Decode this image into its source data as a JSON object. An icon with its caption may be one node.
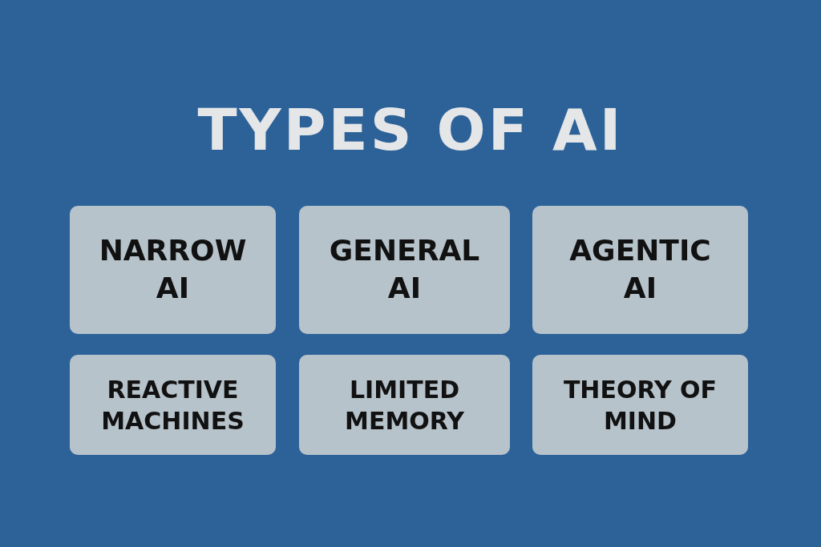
{
  "diagram": {
    "title": "TYPES OF AI",
    "nodes": [
      {
        "text": [
          "NARROW AI"
        ]
      },
      {
        "text": [
          "GENERAL AI"
        ]
      },
      {
        "text": [
          "AGENTIC AI"
        ]
      },
      {
        "text": [
          "REACTIVE MACHINES"
        ]
      },
      {
        "text": [
          "LIMITED MEMORY"
        ]
      },
      {
        "text": [
          "THEORY OF MIND"
        ]
      }
    ]
  }
}
